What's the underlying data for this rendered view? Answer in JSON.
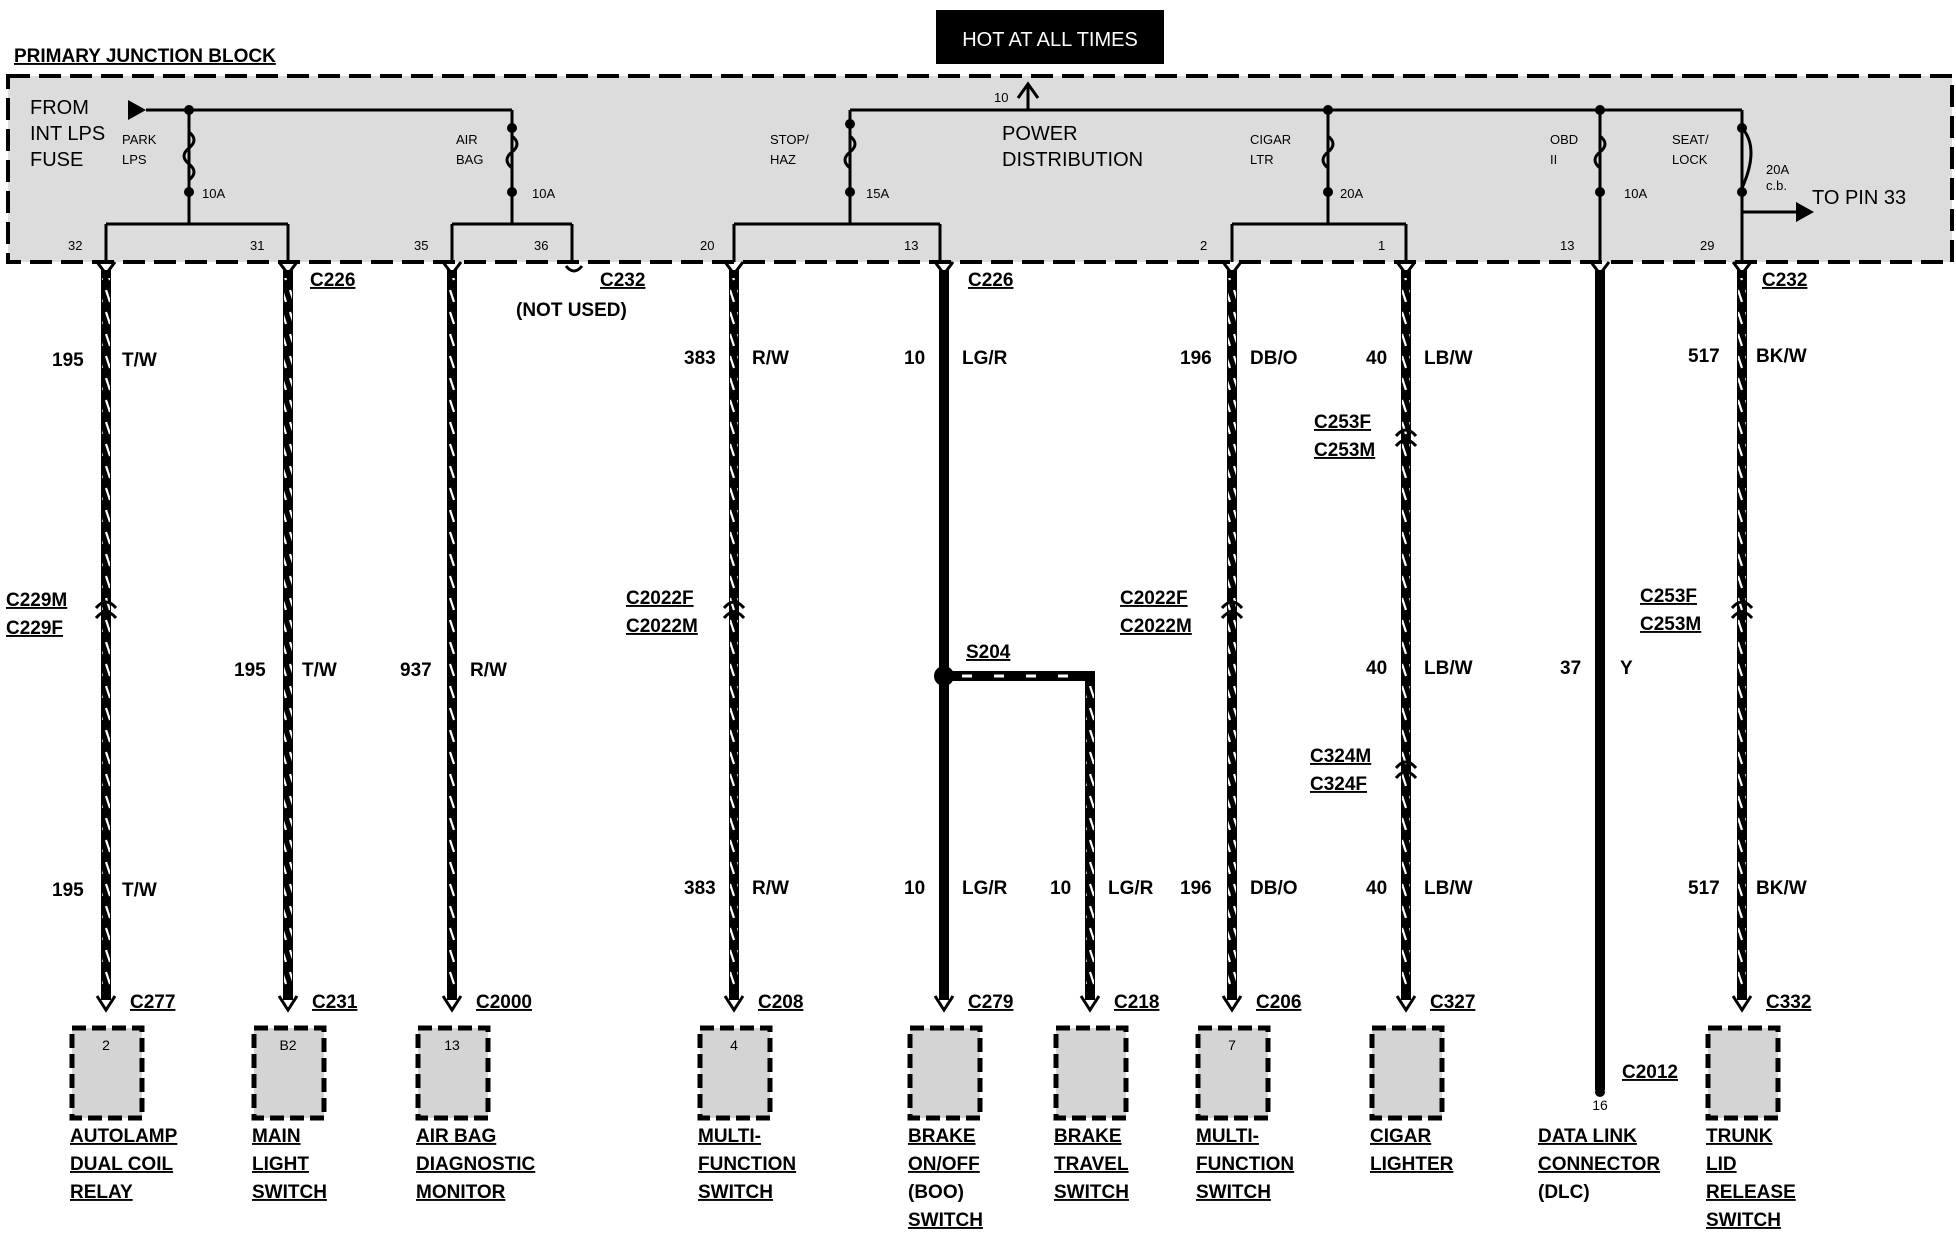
{
  "header": {
    "block_title": "PRIMARY JUNCTION BLOCK",
    "hot_label": "HOT AT ALL TIMES",
    "from_label": [
      "FROM",
      "INT LPS",
      "FUSE"
    ],
    "power_label": [
      "POWER",
      "DISTRIBUTION"
    ],
    "to_pin": "TO PIN 33",
    "bus_pin": "10"
  },
  "fuses": [
    {
      "id": "park",
      "label": [
        "PARK",
        "LPS"
      ],
      "rating": "10A"
    },
    {
      "id": "airbag",
      "label": [
        "AIR",
        "BAG"
      ],
      "rating": "10A"
    },
    {
      "id": "stop",
      "label": [
        "STOP/",
        "HAZ"
      ],
      "rating": "15A"
    },
    {
      "id": "cigar",
      "label": [
        "CIGAR",
        "LTR"
      ],
      "rating": "20A"
    },
    {
      "id": "obd",
      "label": [
        "OBD",
        "II"
      ],
      "rating": "10A"
    },
    {
      "id": "seat",
      "label": [
        "SEAT/",
        "LOCK"
      ],
      "rating": "20A",
      "sub": "c.b."
    }
  ],
  "pins": [
    "32",
    "31",
    "35",
    "36",
    "20",
    "13",
    "2",
    "1",
    "13",
    "29"
  ],
  "connectors_top": {
    "left": "C226",
    "mid": "C232",
    "mid2": "C226",
    "right": "C232"
  },
  "not_used": "(NOT USED)",
  "wires": {
    "w1_top": {
      "num": "195",
      "color": "T/W"
    },
    "w1_bot": {
      "num": "195",
      "color": "T/W"
    },
    "w2": {
      "num": "195",
      "color": "T/W"
    },
    "w3": {
      "num": "937",
      "color": "R/W"
    },
    "w4_top": {
      "num": "383",
      "color": "R/W"
    },
    "w4_bot": {
      "num": "383",
      "color": "R/W"
    },
    "w5_top": {
      "num": "10",
      "color": "LG/R"
    },
    "w5_bot": {
      "num": "10",
      "color": "LG/R"
    },
    "w6": {
      "num": "10",
      "color": "LG/R"
    },
    "w7_top": {
      "num": "196",
      "color": "DB/O"
    },
    "w7_bot": {
      "num": "196",
      "color": "DB/O"
    },
    "w8_top": {
      "num": "40",
      "color": "LB/W"
    },
    "w8_mid": {
      "num": "40",
      "color": "LB/W"
    },
    "w8_bot": {
      "num": "40",
      "color": "LB/W"
    },
    "w9": {
      "num": "37",
      "color": "Y"
    },
    "w10_top": {
      "num": "517",
      "color": "BK/W"
    },
    "w10_bot": {
      "num": "517",
      "color": "BK/W"
    }
  },
  "inline": {
    "c229": [
      "C229M",
      "C229F"
    ],
    "c2022a": [
      "C2022F",
      "C2022M"
    ],
    "c2022b": [
      "C2022F",
      "C2022M"
    ],
    "c253a": [
      "C253F",
      "C253M"
    ],
    "c324": [
      "C324M",
      "C324F"
    ],
    "c253b": [
      "C253F",
      "C253M"
    ]
  },
  "splice": "S204",
  "components": [
    {
      "conn": "C277",
      "pin": "2",
      "name": [
        "AUTOLAMP",
        "DUAL COIL",
        "RELAY"
      ]
    },
    {
      "conn": "C231",
      "pin": "B2",
      "name": [
        "MAIN",
        "LIGHT",
        "SWITCH"
      ]
    },
    {
      "conn": "C2000",
      "pin": "13",
      "name": [
        "AIR BAG",
        "DIAGNOSTIC",
        "MONITOR"
      ]
    },
    {
      "conn": "C208",
      "pin": "4",
      "name": [
        "MULTI-",
        "FUNCTION",
        "SWITCH"
      ]
    },
    {
      "conn": "C279",
      "pin": "",
      "name": [
        "BRAKE",
        "ON/OFF",
        "(BOO)",
        "SWITCH"
      ]
    },
    {
      "conn": "C218",
      "pin": "",
      "name": [
        "BRAKE",
        "TRAVEL",
        "SWITCH"
      ]
    },
    {
      "conn": "C206",
      "pin": "7",
      "name": [
        "MULTI-",
        "FUNCTION",
        "SWITCH"
      ]
    },
    {
      "conn": "C327",
      "pin": "",
      "name": [
        "CIGAR",
        "LIGHTER"
      ]
    },
    {
      "conn": "C2012",
      "pin": "16",
      "name": [
        "DATA LINK",
        "CONNECTOR",
        "(DLC)"
      ]
    },
    {
      "conn": "C332",
      "pin": "",
      "name": [
        "TRUNK",
        "LID",
        "RELEASE",
        "SWITCH"
      ]
    }
  ]
}
